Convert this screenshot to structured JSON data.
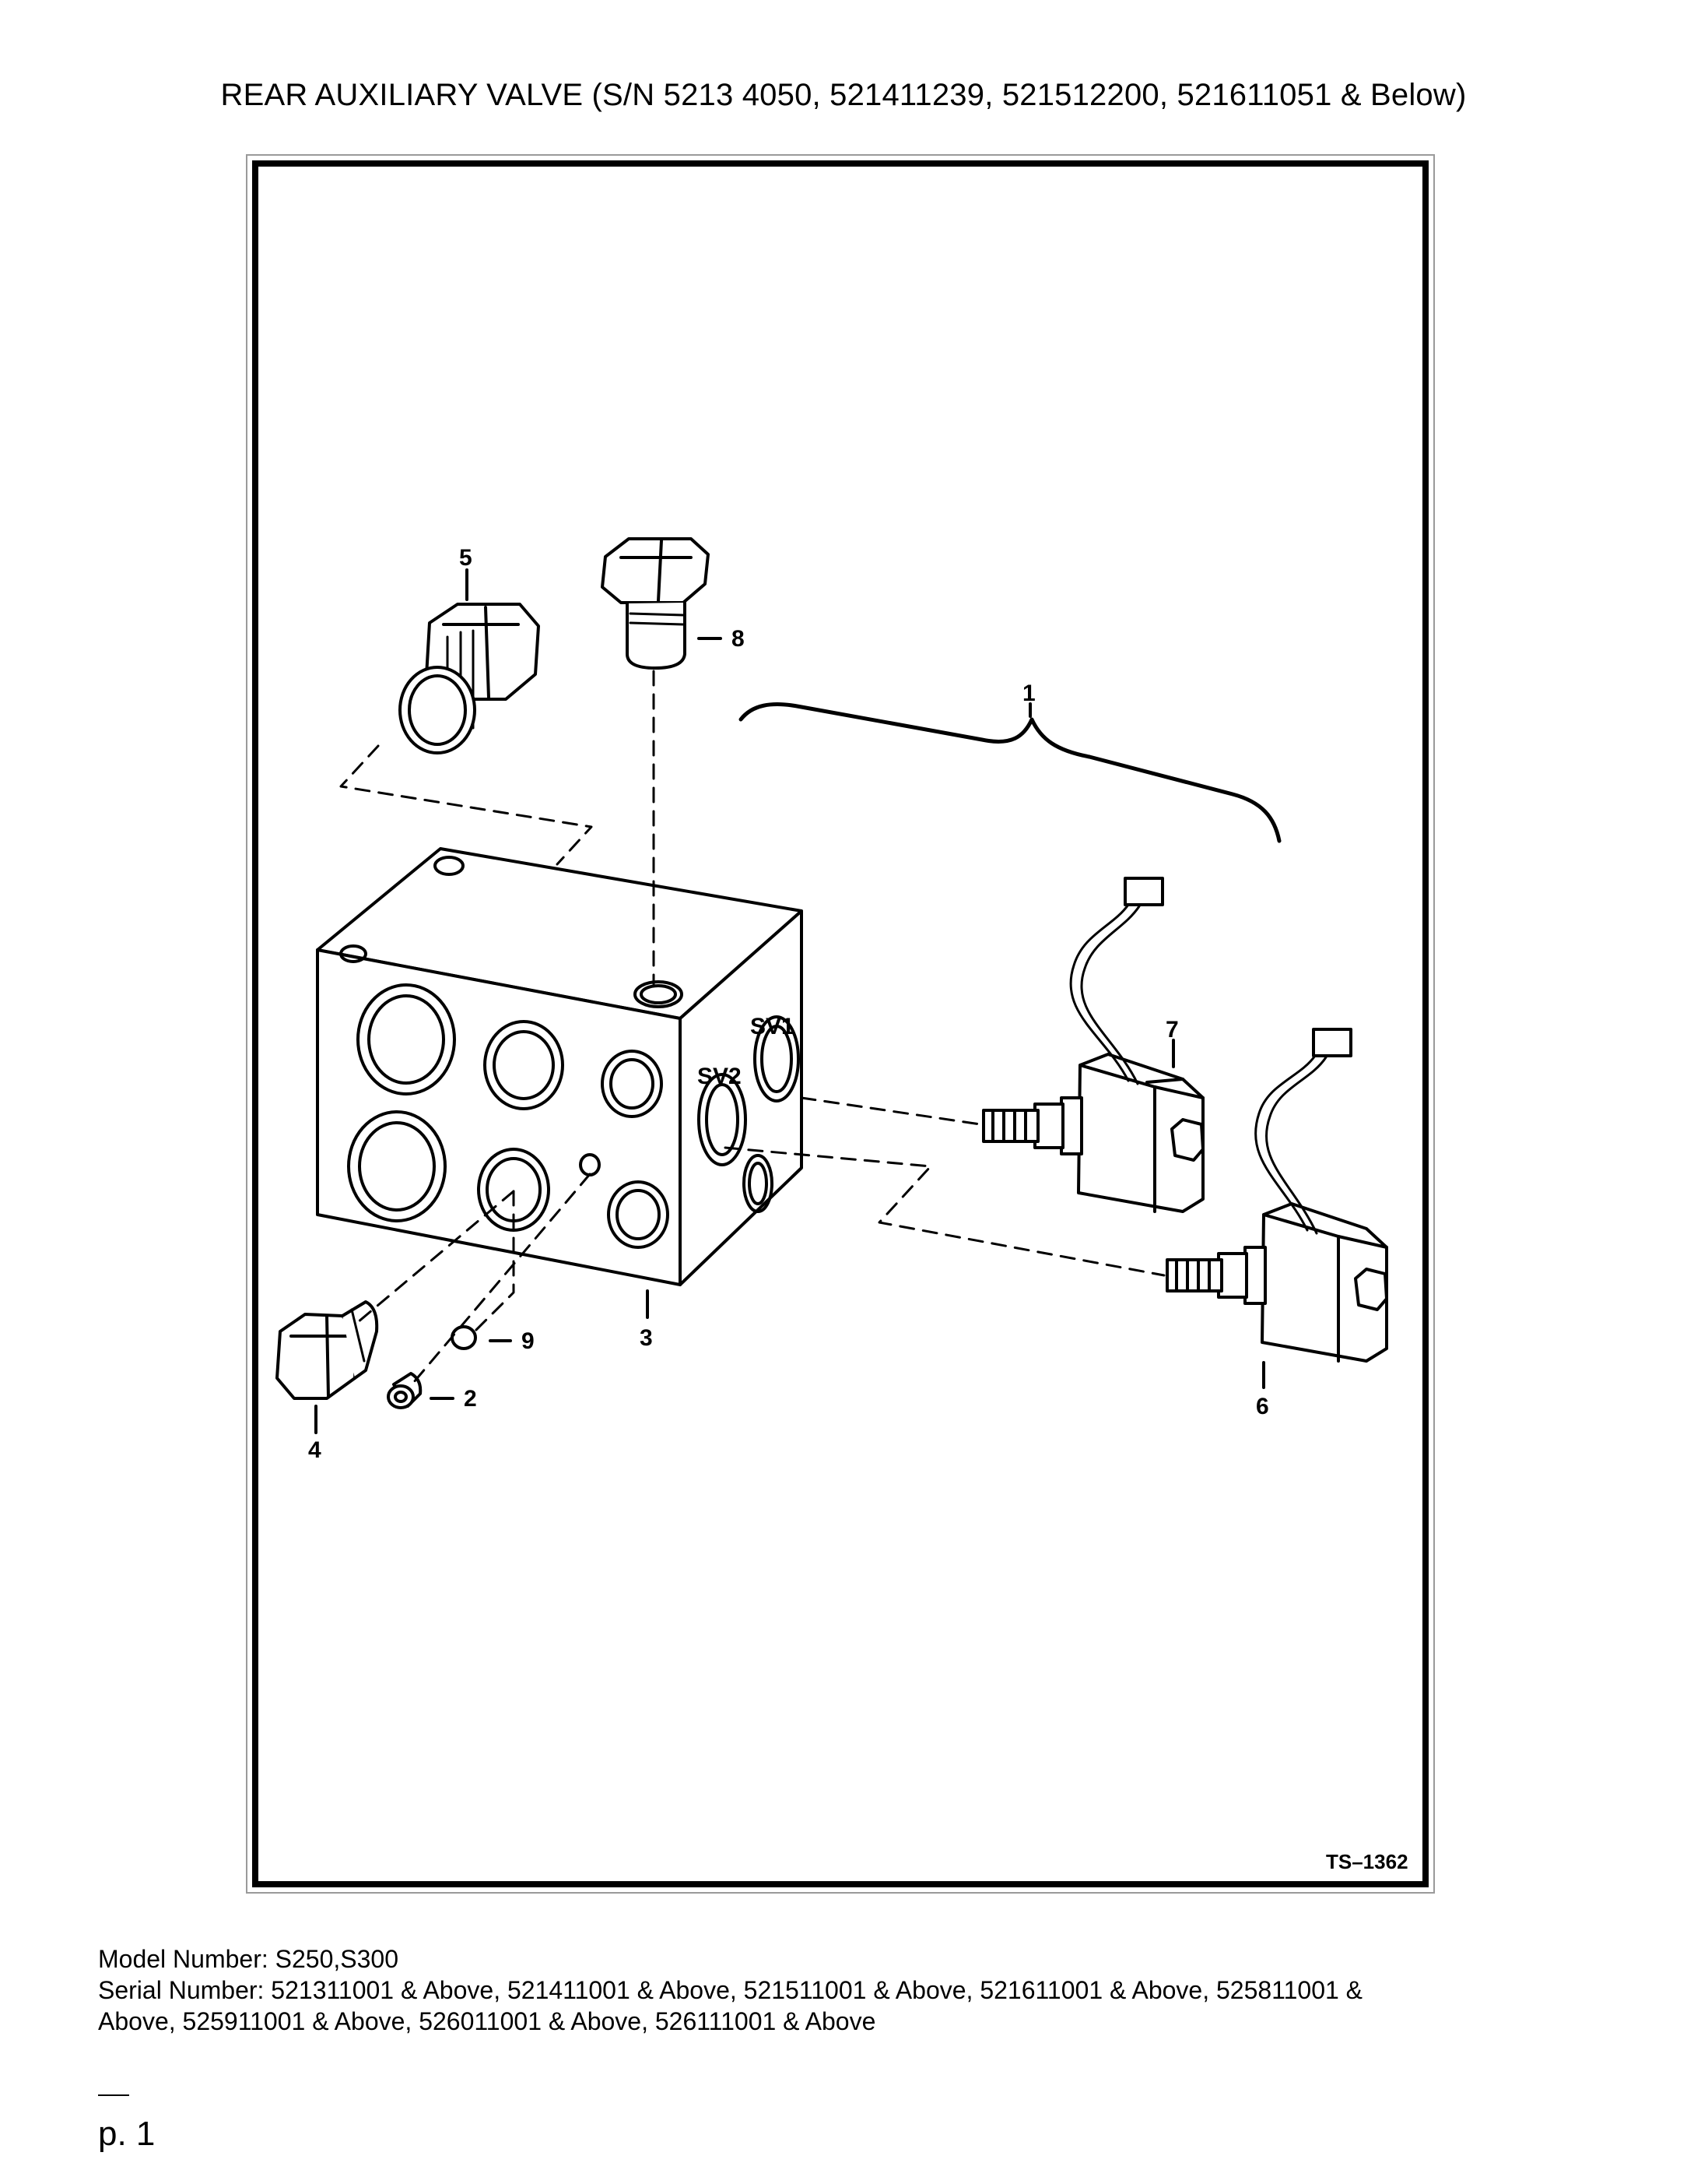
{
  "title": "REAR AUXILIARY VALVE (S/N 5213 4050, 521411239, 521512200, 521611051 & Below)",
  "drawing_number": "TS–1362",
  "port_labels": {
    "sv1": "SV1",
    "sv2": "SV2"
  },
  "callouts": {
    "c1": "1",
    "c2": "2",
    "c3": "3",
    "c4": "4",
    "c5": "5",
    "c6": "6",
    "c7": "7",
    "c8": "8",
    "c9": "9"
  },
  "footer": {
    "model_line": "Model Number: S250,S300",
    "serial_line_1": "Serial Number: 521311001 & Above, 521411001 & Above, 521511001 & Above, 521611001 & Above, 525811001 &",
    "serial_line_2": "Above, 525911001 & Above, 526011001 & Above, 526111001 & Above"
  },
  "page_label": "p. 1"
}
